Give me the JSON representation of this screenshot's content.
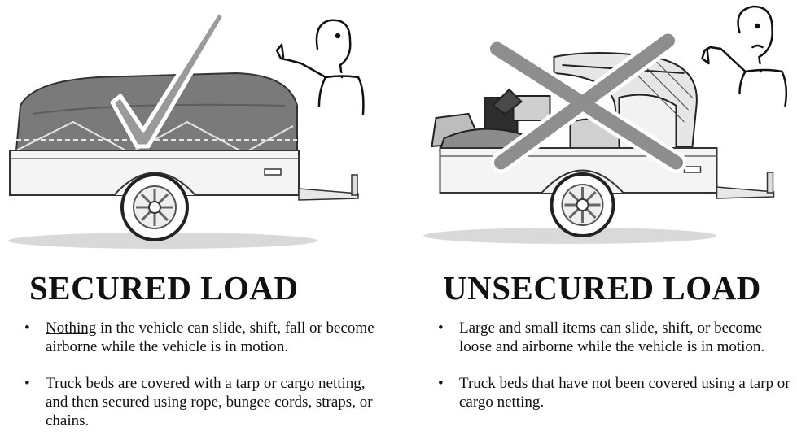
{
  "secured": {
    "heading": "SECURED LOAD",
    "bullets": [
      {
        "underlined": "Nothing",
        "text": " in the vehicle can slide, shift, fall or become airborne while the vehicle is in motion."
      },
      {
        "text": "Truck beds are covered with a tarp or cargo netting, and then secured using rope, bungee cords, straps, or chains."
      }
    ],
    "icons": [
      "check-mark-icon",
      "thumbs-up-icon"
    ]
  },
  "unsecured": {
    "heading": "UNSECURED LOAD",
    "bullets": [
      {
        "text": "Large and small items can slide, shift, or become loose and airborne while the vehicle is in motion."
      },
      {
        "text": "Truck beds that have not been covered using a tarp or cargo netting."
      }
    ],
    "icons": [
      "x-mark-icon",
      "thumbs-down-icon"
    ]
  },
  "bullet_glyph": "•"
}
